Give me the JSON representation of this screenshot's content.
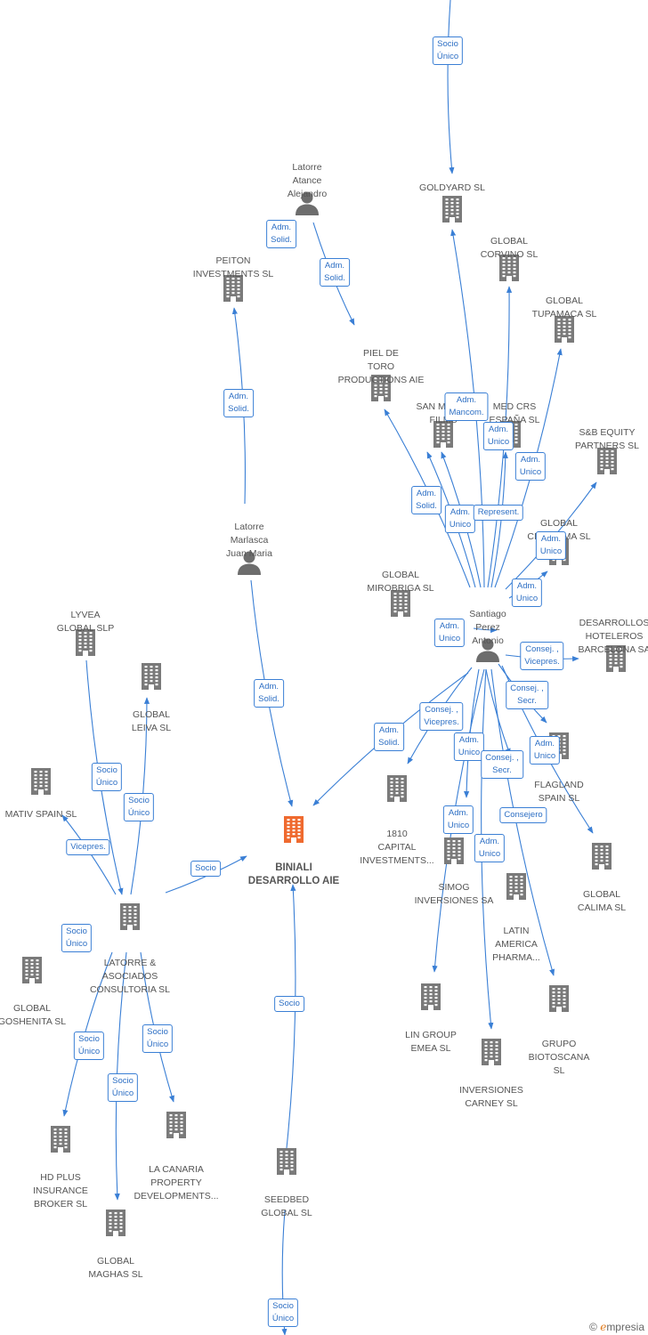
{
  "colors": {
    "edge": "#3a7fd5",
    "company": "#7a7a7a",
    "main_company": "#ef6a2f",
    "person": "#6d6d6d"
  },
  "brand": {
    "copyright": "©",
    "name": "mpresia",
    "initial": "e"
  },
  "nodes": [
    {
      "id": "biniali",
      "kind": "main",
      "name": "BINIALI\nDESARROLLO AIE"
    },
    {
      "id": "goldyard",
      "kind": "company",
      "name": "GOLDYARD SL"
    },
    {
      "id": "global_corvino",
      "kind": "company",
      "name": "GLOBAL\nCORVINO SL"
    },
    {
      "id": "global_tupamaca",
      "kind": "company",
      "name": "GLOBAL\nTUPAMACA SL"
    },
    {
      "id": "peiton",
      "kind": "company",
      "name": "PEITON\nINVESTMENTS SL"
    },
    {
      "id": "latorre_atance",
      "kind": "person",
      "name": "Latorre\nAtance\nAlejandro"
    },
    {
      "id": "piel_toro",
      "kind": "company",
      "name": "PIEL DE\nTORO\nPRODUCTIONS AIE"
    },
    {
      "id": "san_mateo",
      "kind": "company",
      "name": "SAN MATEO\nFILMS"
    },
    {
      "id": "med_crs",
      "kind": "company",
      "name": "MED CRS\nESPAÑA SL"
    },
    {
      "id": "sb_equity",
      "kind": "company",
      "name": "S&B EQUITY\nPARTNERS SL"
    },
    {
      "id": "global_cinosema",
      "kind": "company",
      "name": "GLOBAL\nCINOSEMA SL"
    },
    {
      "id": "latorre_marlasca",
      "kind": "person",
      "name": "Latorre\nMarlasca\nJuan Maria"
    },
    {
      "id": "global_mirobriga",
      "kind": "company",
      "name": "GLOBAL\nMIROBRIGA SL"
    },
    {
      "id": "santiago",
      "kind": "person",
      "name": "Santiago\nPerez\nAntonio"
    },
    {
      "id": "desarrollos",
      "kind": "company",
      "name": "DESARROLLOS\nHOTELEROS\nBARCELONA SA"
    },
    {
      "id": "lyvea",
      "kind": "company",
      "name": "LYVEA\nGLOBAL SLP"
    },
    {
      "id": "global_leiva",
      "kind": "company",
      "name": "GLOBAL\nLEIVA SL"
    },
    {
      "id": "mativ",
      "kind": "company",
      "name": "MATIV SPAIN SL"
    },
    {
      "id": "c1810",
      "kind": "company",
      "name": "1810\nCAPITAL\nINVESTMENTS..."
    },
    {
      "id": "flagland",
      "kind": "company",
      "name": "FLAGLAND\nSPAIN SL"
    },
    {
      "id": "global_calima",
      "kind": "company",
      "name": "GLOBAL\nCALIMA SL"
    },
    {
      "id": "simog",
      "kind": "company",
      "name": "SIMOG\nINVERSIONES SA"
    },
    {
      "id": "latin_america",
      "kind": "company",
      "name": "LATIN\nAMERICA\nPHARMA..."
    },
    {
      "id": "latorre_asoc",
      "kind": "company",
      "name": "LATORRE &\nASOCIADOS\nCONSULTORIA SL"
    },
    {
      "id": "global_goshenita",
      "kind": "company",
      "name": "GLOBAL\nGOSHENITA SL"
    },
    {
      "id": "lin_group",
      "kind": "company",
      "name": "LIN GROUP\nEMEA SL"
    },
    {
      "id": "grupo_bio",
      "kind": "company",
      "name": "GRUPO\nBIOTOSCANA\nSL"
    },
    {
      "id": "inv_carney",
      "kind": "company",
      "name": "INVERSIONES\nCARNEY SL"
    },
    {
      "id": "hd_plus",
      "kind": "company",
      "name": "HD PLUS\nINSURANCE\nBROKER SL"
    },
    {
      "id": "la_canaria",
      "kind": "company",
      "name": "LA CANARIA\nPROPERTY\nDEVELOPMENTS..."
    },
    {
      "id": "seedbed",
      "kind": "company",
      "name": "SEEDBED\nGLOBAL SL"
    },
    {
      "id": "global_maghas",
      "kind": "company",
      "name": "GLOBAL\nMAGHAS SL"
    }
  ],
  "edges": [
    {
      "label": "Socio\nÚnico"
    },
    {
      "label": "Adm.\nSolid."
    },
    {
      "label": "Adm.\nSolid."
    },
    {
      "label": "Adm.\nSolid."
    },
    {
      "label": "Adm.\nSolid."
    },
    {
      "label": "Adm.\nMancom."
    },
    {
      "label": "Adm.\nUnico"
    },
    {
      "label": "Adm.\nUnico"
    },
    {
      "label": "Adm.\nSolid."
    },
    {
      "label": "Adm.\nUnico"
    },
    {
      "label": "Represent."
    },
    {
      "label": "Adm.\nUnico"
    },
    {
      "label": "Adm.\nUnico"
    },
    {
      "label": "Adm.\nUnico"
    },
    {
      "label": "Consej. ,\nVicepres."
    },
    {
      "label": "Consej. ,\nSecr."
    },
    {
      "label": "Consej. ,\nVicepres."
    },
    {
      "label": "Adm.\nSolid."
    },
    {
      "label": "Adm.\nUnico"
    },
    {
      "label": "Consej. ,\nSecr."
    },
    {
      "label": "Adm.\nUnico"
    },
    {
      "label": "Consejero"
    },
    {
      "label": "Adm.\nUnico"
    },
    {
      "label": "Adm.\nUnico"
    },
    {
      "label": "Socio\nÚnico"
    },
    {
      "label": "Socio\nÚnico"
    },
    {
      "label": "Vicepres."
    },
    {
      "label": "Socio"
    },
    {
      "label": "Socio\nÚnico"
    },
    {
      "label": "Socio\nÚnico"
    },
    {
      "label": "Socio\nÚnico"
    },
    {
      "label": "Socio\nÚnico"
    },
    {
      "label": "Socio"
    },
    {
      "label": "Socio\nÚnico"
    },
    {
      "label": ""
    }
  ]
}
